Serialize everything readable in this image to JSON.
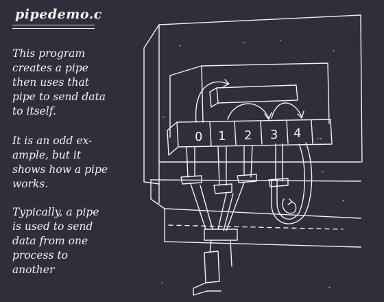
{
  "title": "pipedemo.c",
  "paragraphs": [
    [
      "This program",
      "creates a pipe",
      "then uses that",
      "pipe to send data",
      "to itself."
    ],
    [
      "It is an odd ex-",
      "ample, but it",
      "shows how a pipe",
      "works."
    ],
    [
      "Typically, a pipe",
      "is used to send",
      "data from one",
      "process to",
      "another"
    ]
  ],
  "diagram": {
    "fd_slots": [
      "0",
      "1",
      "2",
      "3",
      "4",
      ".."
    ]
  },
  "colors": {
    "background": "#2e2f3a",
    "chalk": "#f2f2f2"
  }
}
